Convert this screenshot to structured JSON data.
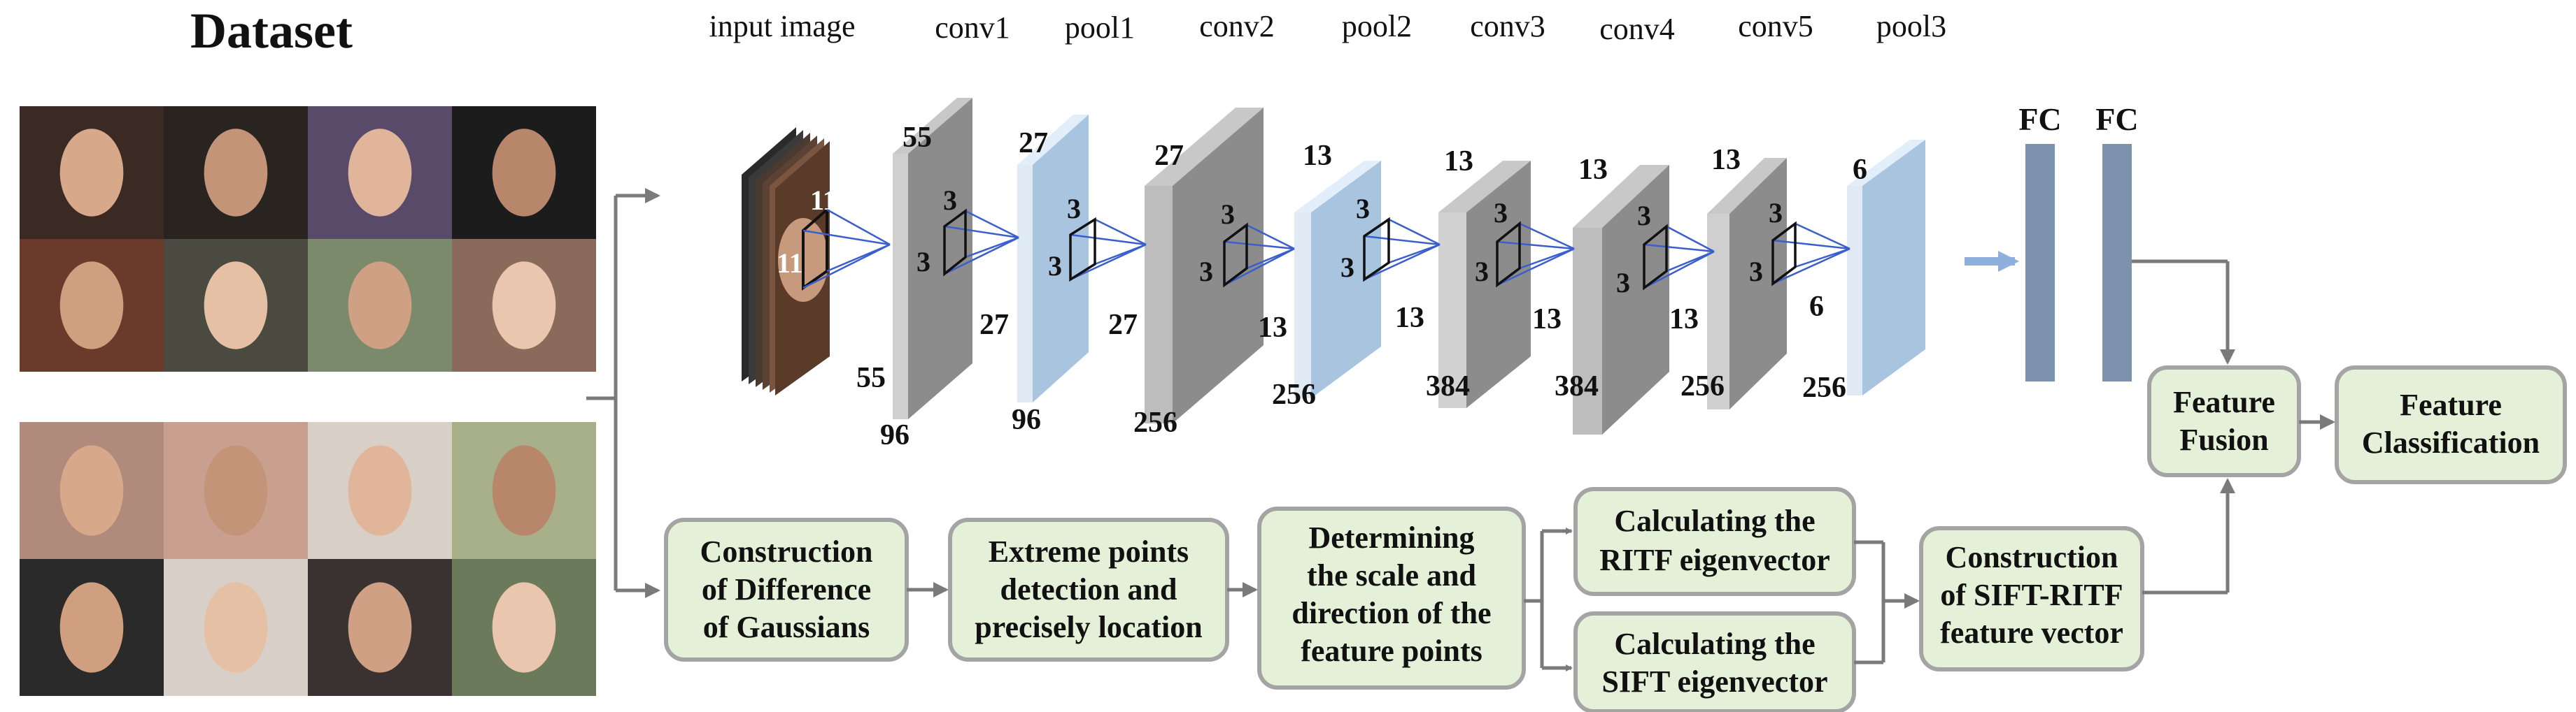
{
  "dataset": {
    "title": "Dataset",
    "group1_faces": [
      "face-1",
      "face-2",
      "face-3",
      "face-4",
      "face-5",
      "face-6",
      "face-7",
      "face-8"
    ],
    "group2_faces": [
      "face-9",
      "face-10",
      "face-11",
      "face-12",
      "face-13",
      "face-14",
      "face-15",
      "face-16"
    ]
  },
  "cnn": {
    "stage_labels": [
      "input image",
      "conv1",
      "pool1",
      "conv2",
      "pool2",
      "conv3",
      "conv4",
      "conv5",
      "pool3"
    ],
    "input_kernel": [
      "11",
      "11"
    ],
    "kernel_labels": [
      "3",
      "3",
      "3",
      "3",
      "3",
      "3",
      "3",
      "3",
      "3",
      "3",
      "3",
      "3",
      "3",
      "3"
    ],
    "top_dims": [
      "55",
      "27",
      "27",
      "13",
      "13",
      "13",
      "13"
    ],
    "side_dims": [
      "27",
      "27",
      "13",
      "13",
      "13",
      "13",
      "6"
    ],
    "bottom_dims": [
      "55",
      "96",
      "96",
      "256",
      "256",
      "384",
      "384",
      "256",
      "256"
    ],
    "pool3_top": "6",
    "fc_labels": [
      "FC",
      "FC"
    ]
  },
  "pipeline": {
    "construction_dog": [
      "Construction",
      "of Difference",
      "of Gaussians"
    ],
    "extreme_points": [
      "Extreme points",
      "detection and",
      "precisely location"
    ],
    "determining": [
      "Determining",
      "the scale and",
      "direction of the",
      "feature points"
    ],
    "ritf": [
      "Calculating the",
      "RITF eigenvector"
    ],
    "sift": [
      "Calculating the",
      "SIFT eigenvector"
    ],
    "sift_ritf": [
      "Construction",
      "of SIFT-RITF",
      "feature vector"
    ],
    "fusion": [
      "Feature",
      "Fusion"
    ],
    "classification": [
      "Feature",
      "Classification"
    ]
  },
  "colors": {
    "gray_block": "#9e9e9e",
    "blue_block": "#bcd4ea",
    "fc_bar": "#7d93ad",
    "box_fill": "#e4f0d8",
    "box_stroke": "#a4a4a4",
    "arrow": "#7a7a7a",
    "kernel_line": "#3a5fcd"
  }
}
